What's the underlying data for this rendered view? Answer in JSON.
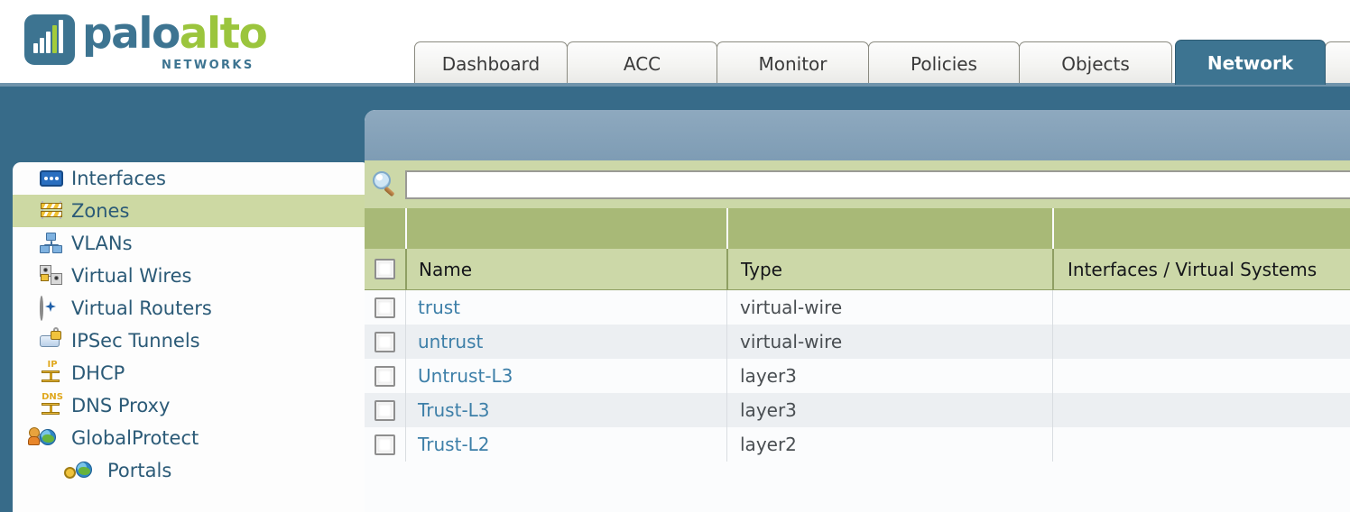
{
  "brand": {
    "word_primary": "palo",
    "word_accent": "alto",
    "subtitle": "NETWORKS",
    "color_primary": "#3d7491",
    "color_accent": "#9bc53d"
  },
  "tabs": [
    {
      "label": "Dashboard",
      "active": false
    },
    {
      "label": "ACC",
      "active": false
    },
    {
      "label": "Monitor",
      "active": false
    },
    {
      "label": "Policies",
      "active": false
    },
    {
      "label": "Objects",
      "active": false
    },
    {
      "label": "Network",
      "active": true
    }
  ],
  "sidebar": {
    "items": [
      {
        "label": "Interfaces",
        "icon": "interfaces-icon",
        "selected": false,
        "child": false,
        "expander": false
      },
      {
        "label": "Zones",
        "icon": "zones-icon",
        "selected": true,
        "child": false,
        "expander": false
      },
      {
        "label": "VLANs",
        "icon": "vlans-icon",
        "selected": false,
        "child": false,
        "expander": false
      },
      {
        "label": "Virtual Wires",
        "icon": "virtual-wires-icon",
        "selected": false,
        "child": false,
        "expander": false
      },
      {
        "label": "Virtual Routers",
        "icon": "virtual-routers-icon",
        "selected": false,
        "child": false,
        "expander": false
      },
      {
        "label": "IPSec Tunnels",
        "icon": "ipsec-tunnels-icon",
        "selected": false,
        "child": false,
        "expander": false
      },
      {
        "label": "DHCP",
        "icon": "dhcp-icon",
        "icon_tag": "IP",
        "selected": false,
        "child": false,
        "expander": false
      },
      {
        "label": "DNS Proxy",
        "icon": "dns-proxy-icon",
        "icon_tag": "DNS",
        "selected": false,
        "child": false,
        "expander": false
      },
      {
        "label": "GlobalProtect",
        "icon": "globalprotect-icon",
        "selected": false,
        "child": false,
        "expander": true
      },
      {
        "label": "Portals",
        "icon": "portals-icon",
        "selected": false,
        "child": true,
        "expander": false
      }
    ],
    "selected_bg": "#cdd9a3",
    "text_color": "#2b5a77"
  },
  "search": {
    "icon": "search-icon",
    "value": "",
    "placeholder": ""
  },
  "table": {
    "columns": [
      "Name",
      "Type",
      "Interfaces / Virtual Systems"
    ],
    "rows": [
      {
        "name": "trust",
        "type": "virtual-wire",
        "interfaces": "",
        "checked": false
      },
      {
        "name": "untrust",
        "type": "virtual-wire",
        "interfaces": "",
        "checked": false
      },
      {
        "name": "Untrust-L3",
        "type": "layer3",
        "interfaces": "",
        "checked": false
      },
      {
        "name": "Trust-L3",
        "type": "layer3",
        "interfaces": "",
        "checked": false
      },
      {
        "name": "Trust-L2",
        "type": "layer2",
        "interfaces": "",
        "checked": false
      }
    ],
    "header_bg": "#ccd8a8",
    "group_bg": "#a8b977",
    "link_color": "#3d7fa8"
  }
}
